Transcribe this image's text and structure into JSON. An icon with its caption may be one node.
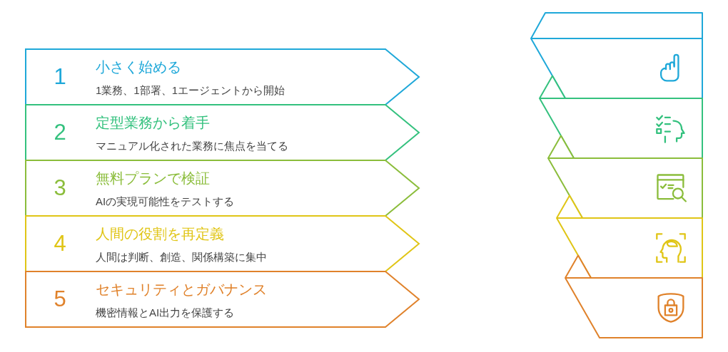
{
  "diagram": {
    "nodes": [
      {
        "text": [
          "1",
          "小さく始める",
          "1業務、1部署、1エージェントから開始"
        ]
      },
      {
        "text": [
          "2",
          "定型業務から着手",
          "マニュアル化された業務に焦点を当てる"
        ]
      },
      {
        "text": [
          "3",
          "無料プランで検証",
          "AIの実現可能性をテストする"
        ]
      },
      {
        "text": [
          "4",
          "人間の役割を再定義",
          "人間は判断、創造、関係構築に集中"
        ]
      },
      {
        "text": [
          "5",
          "セキュリティとガバナンス",
          "機密情報とAI出力を保護する"
        ]
      },
      {
        "text": [],
        "shape": "band"
      },
      {
        "text": [],
        "shape": "band"
      },
      {
        "text": [],
        "shape": "band"
      },
      {
        "text": [],
        "shape": "band"
      },
      {
        "text": [],
        "shape": "band"
      }
    ]
  }
}
